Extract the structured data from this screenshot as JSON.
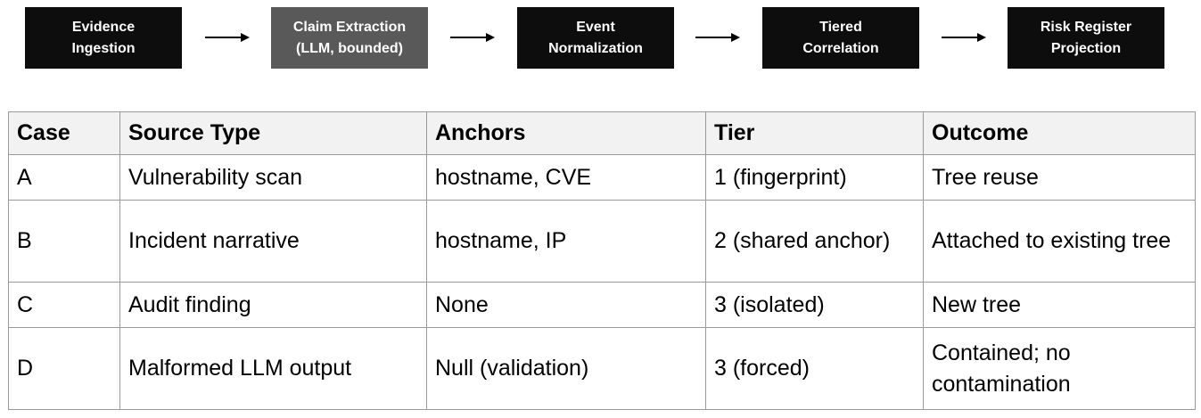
{
  "pipeline": {
    "stages": [
      {
        "label": "Evidence\nIngestion",
        "color": "#0d0d0d"
      },
      {
        "label": "Claim Extraction\n(LLM, bounded)",
        "color": "#595959"
      },
      {
        "label": "Event\nNormalization",
        "color": "#0d0d0d"
      },
      {
        "label": "Tiered\nCorrelation",
        "color": "#0d0d0d"
      },
      {
        "label": "Risk Register\nProjection",
        "color": "#0d0d0d"
      }
    ]
  },
  "table": {
    "headers": [
      "Case",
      "Source Type",
      "Anchors",
      "Tier",
      "Outcome"
    ],
    "rows": [
      [
        "A",
        "Vulnerability scan",
        "hostname, CVE",
        "1 (fingerprint)",
        "Tree reuse"
      ],
      [
        "B",
        "Incident narrative",
        "hostname, IP",
        "2 (shared anchor)",
        "Attached to existing tree"
      ],
      [
        "C",
        "Audit finding",
        "None",
        "3 (isolated)",
        "New tree"
      ],
      [
        "D",
        "Malformed LLM output",
        "Null (validation)",
        "3 (forced)",
        "Contained; no contamination"
      ]
    ]
  }
}
